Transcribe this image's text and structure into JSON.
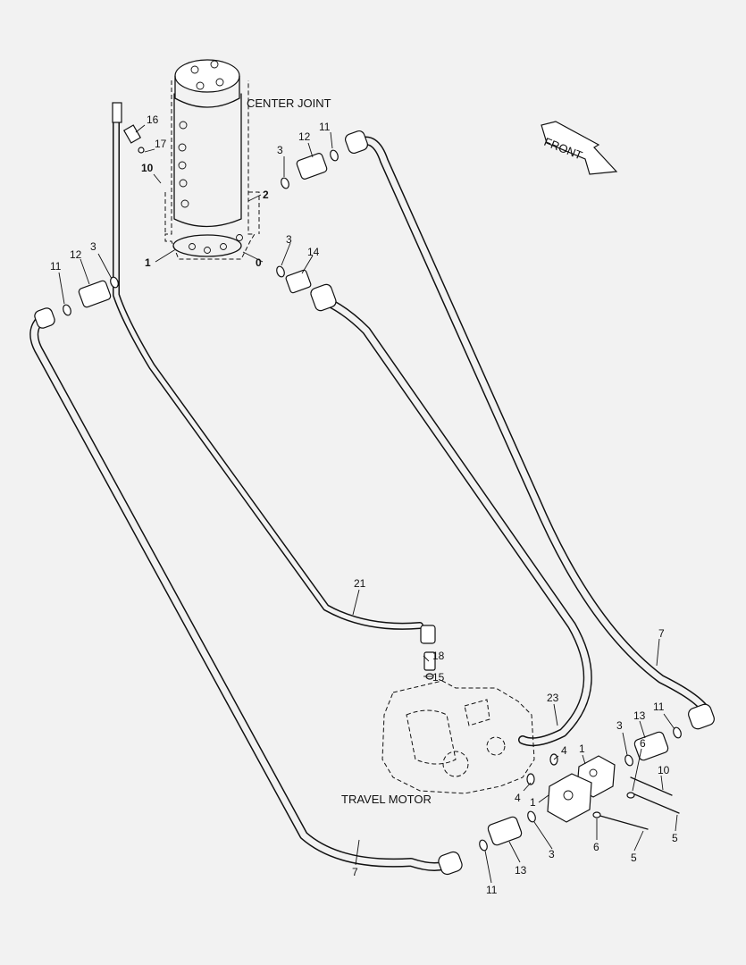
{
  "captions": {
    "center_joint": "CENTER JOINT",
    "travel_motor": "TRAVEL MOTOR",
    "front": "FRONT"
  },
  "callouts": {
    "c16": "16",
    "c17": "17",
    "c10a": "10",
    "c2": "2",
    "c1a": "1",
    "c0": "0",
    "c3a": "3",
    "c12a": "12",
    "c11a": "11",
    "c3b": "3",
    "c14": "14",
    "c11b": "11",
    "c12b": "12",
    "c3c": "3",
    "c21": "21",
    "c18": "18",
    "c15": "15",
    "c7a": "7",
    "c23": "23",
    "c4a": "4",
    "c4b": "4",
    "c1b": "1",
    "c1c": "1",
    "c3d": "3",
    "c13a": "13",
    "c11c": "11",
    "c6a": "6",
    "c10b": "10",
    "c5a": "5",
    "c6b": "6",
    "c5b": "5",
    "c3e": "3",
    "c13b": "13",
    "c11d": "11",
    "c7b": "7"
  },
  "icons": {
    "front_arrow": "front-arrow-icon"
  }
}
